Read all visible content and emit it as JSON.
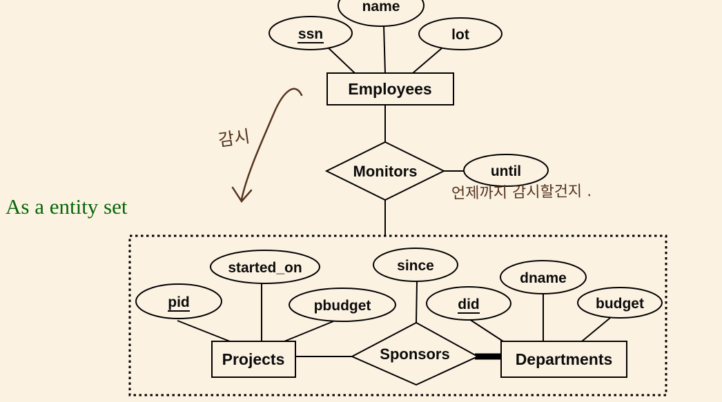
{
  "note": {
    "text": "As a entity set",
    "color": "#056608"
  },
  "er": {
    "entities": {
      "employees": {
        "label": "Employees"
      },
      "projects": {
        "label": "Projects"
      },
      "departments": {
        "label": "Departments"
      }
    },
    "relationships": {
      "monitors": {
        "label": "Monitors"
      },
      "sponsors": {
        "label": "Sponsors"
      }
    },
    "attributes": {
      "name": {
        "label": "name",
        "underlined": false,
        "attached_to": "employees"
      },
      "ssn": {
        "label": "ssn",
        "underlined": true,
        "attached_to": "employees"
      },
      "lot": {
        "label": "lot",
        "underlined": false,
        "attached_to": "employees"
      },
      "until": {
        "label": "until",
        "underlined": false,
        "attached_to": "monitors"
      },
      "started_on": {
        "label": "started_on",
        "underlined": false,
        "attached_to": "projects"
      },
      "pid": {
        "label": "pid",
        "underlined": true,
        "attached_to": "projects"
      },
      "pbudget": {
        "label": "pbudget",
        "underlined": false,
        "attached_to": "projects"
      },
      "since": {
        "label": "since",
        "underlined": false,
        "attached_to": "sponsors"
      },
      "did": {
        "label": "did",
        "underlined": true,
        "attached_to": "departments"
      },
      "dname": {
        "label": "dname",
        "underlined": false,
        "attached_to": "departments"
      },
      "budget": {
        "label": "budget",
        "underlined": false,
        "attached_to": "departments"
      }
    }
  },
  "handwriting": {
    "arrow_label": "감시",
    "until_note": "언제까지 감시할건지 .",
    "ink_color": "#53341f"
  },
  "colors": {
    "background": "#fcf2e2",
    "line": "#000000",
    "caption": "#056608"
  }
}
